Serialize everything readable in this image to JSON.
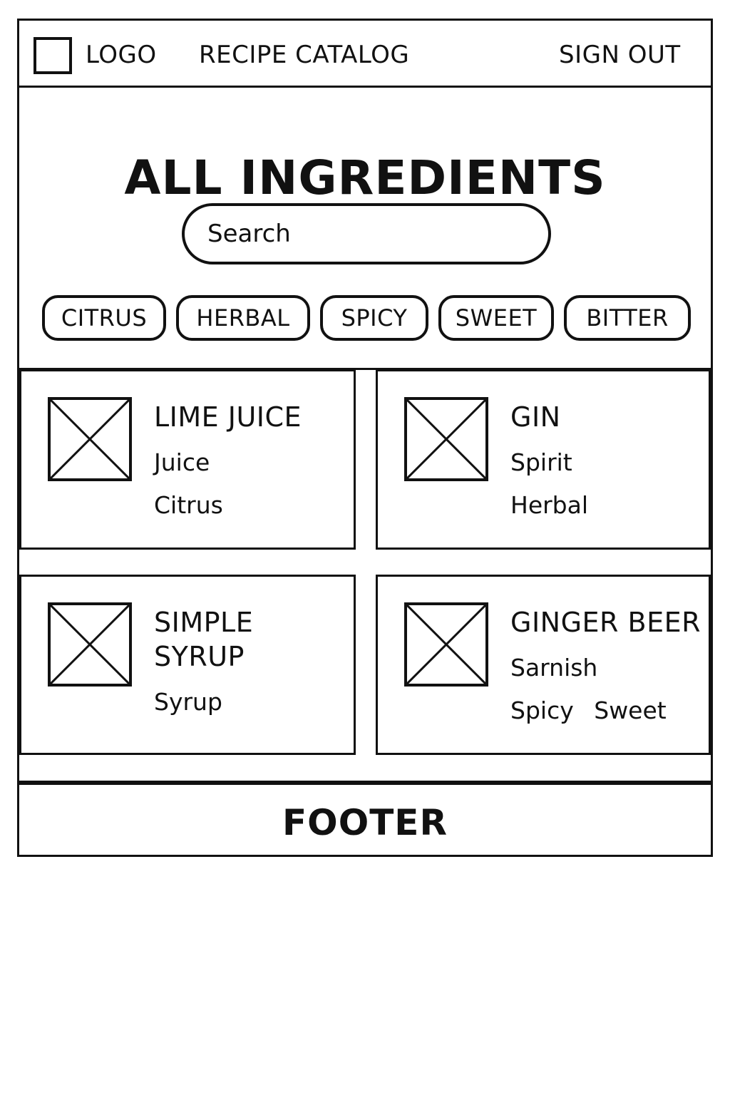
{
  "header": {
    "logo_text": "LOGO",
    "catalog_link": "RECIPE CATALOG",
    "signout_link": "SIGN OUT"
  },
  "page": {
    "title": "ALL INGREDIENTS"
  },
  "search": {
    "placeholder": "Search"
  },
  "filters": [
    "CITRUS",
    "HERBAL",
    "SPICY",
    "SWEET",
    "BITTER"
  ],
  "ingredients": [
    {
      "name_lines": [
        "LIME JUICE"
      ],
      "lines": [
        [
          "Juice"
        ],
        [
          "Citrus"
        ]
      ]
    },
    {
      "name_lines": [
        "GIN"
      ],
      "lines": [
        [
          "Spirit"
        ],
        [
          "Herbal"
        ]
      ]
    },
    {
      "name_lines": [
        "SIMPLE",
        "SYRUP"
      ],
      "lines": [
        [
          "Syrup"
        ]
      ]
    },
    {
      "name_lines": [
        "GINGER BEER"
      ],
      "lines": [
        [
          "Sarnish"
        ],
        [
          "Spicy",
          "Sweet"
        ]
      ]
    }
  ],
  "footer": {
    "label": "FOOTER"
  },
  "icons": {
    "logo": "logo-placeholder-icon",
    "ingredient_image": "image-placeholder-icon"
  }
}
